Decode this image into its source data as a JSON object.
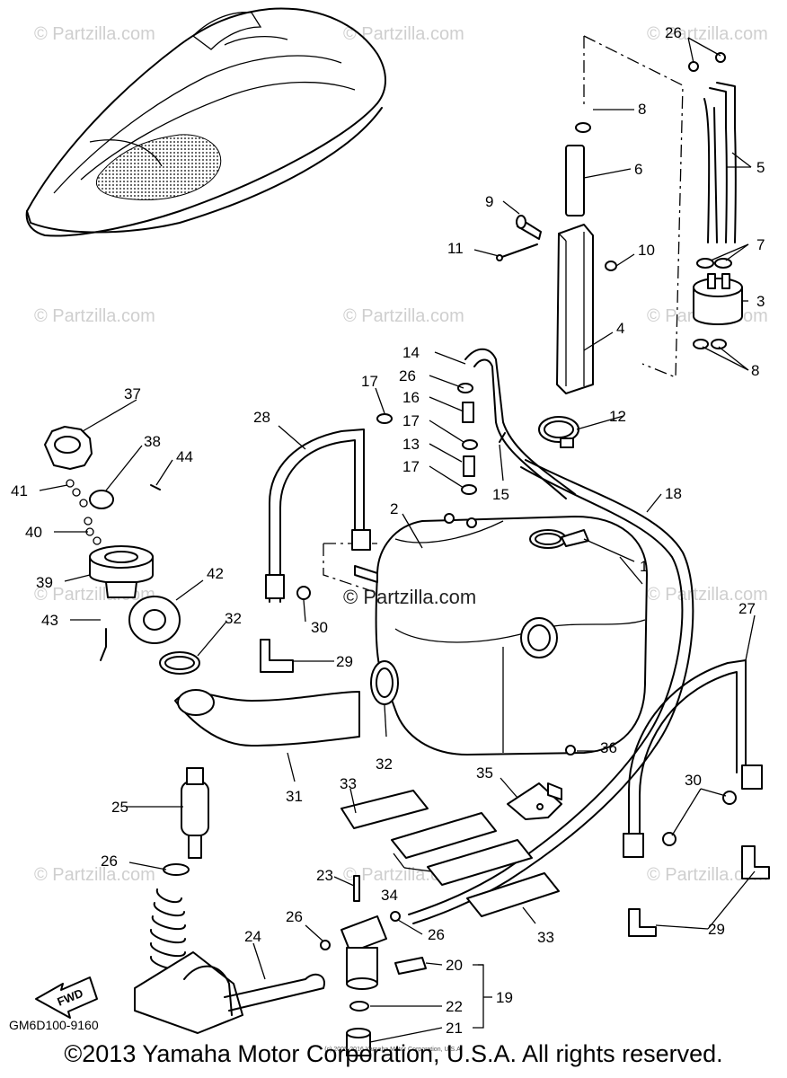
{
  "watermark_text": "© Partzilla.com",
  "center_watermark": "© Partzilla.com",
  "diagram_code": "GM6D100-9160",
  "fwd_label": "FWD",
  "copyright": "©2013 Yamaha Motor Corporation, U.S.A. All rights reserved.",
  "small_copyright": "(c) 2005-2016 Yamaha Motor Corporation, U.S.A.",
  "callouts": {
    "c1": "1",
    "c2": "2",
    "c3": "3",
    "c4": "4",
    "c5": "5",
    "c6": "6",
    "c7": "7",
    "c8a": "8",
    "c8b": "8",
    "c9": "9",
    "c10": "10",
    "c11": "11",
    "c12": "12",
    "c13": "13",
    "c14": "14",
    "c15": "15",
    "c16": "16",
    "c17a": "17",
    "c17b": "17",
    "c17c": "17",
    "c18": "18",
    "c19": "19",
    "c20": "20",
    "c21": "21",
    "c22": "22",
    "c23": "23",
    "c24": "24",
    "c25": "25",
    "c26a": "26",
    "c26b": "26",
    "c26c": "26",
    "c26d": "26",
    "c26e": "26",
    "c27": "27",
    "c28": "28",
    "c29a": "29",
    "c29b": "29",
    "c30a": "30",
    "c30b": "30",
    "c31": "31",
    "c32a": "32",
    "c32b": "32",
    "c33a": "33",
    "c33b": "33",
    "c34": "34",
    "c35": "35",
    "c36": "36",
    "c37": "37",
    "c38": "38",
    "c39": "39",
    "c40": "40",
    "c41": "41",
    "c42": "42",
    "c43": "43",
    "c44": "44"
  }
}
